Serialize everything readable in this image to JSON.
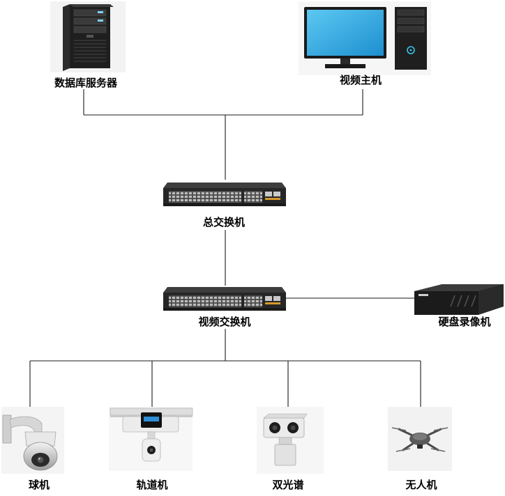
{
  "nodes": {
    "db_server": {
      "label": "数据库服务器",
      "icon": "server-tower-icon"
    },
    "video_host": {
      "label": "视频主机",
      "icon": "desktop-computer-icon"
    },
    "core_switch": {
      "label": "总交换机",
      "icon": "network-switch-icon"
    },
    "video_switch": {
      "label": "视频交换机",
      "icon": "network-switch-icon"
    },
    "nvr": {
      "label": "硬盘录像机",
      "icon": "nvr-recorder-icon"
    },
    "dome_camera": {
      "label": "球机",
      "icon": "ptz-dome-camera-icon"
    },
    "rail_camera": {
      "label": "轨道机",
      "icon": "rail-inspection-camera-icon"
    },
    "dual_spectrum": {
      "label": "双光谱",
      "icon": "dual-spectrum-camera-icon"
    },
    "drone": {
      "label": "无人机",
      "icon": "drone-icon"
    }
  },
  "colors": {
    "line": "#1a1a1a",
    "switch_body": "#2b2b2b",
    "monitor_screen": "#29a8e0",
    "pc_case": "#1f1f1f",
    "led_cyan": "#39c6e8"
  }
}
